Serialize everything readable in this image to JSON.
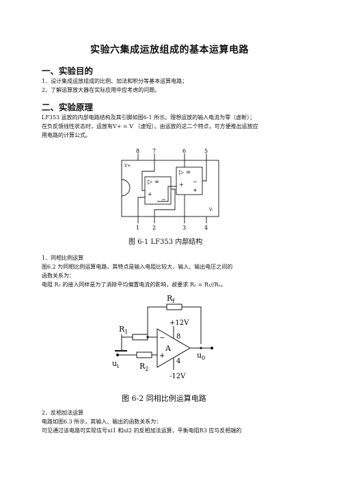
{
  "title": "实验六集成运放组成的基本运算电路",
  "section1": {
    "heading": "一、实验目的",
    "items": [
      "1、设计集成运放组成的比例、加法和积分等基本运算电路；",
      "2、了解运算放大器在实际应用中应考虑的问题。"
    ]
  },
  "section2": {
    "heading": "二、实验原理",
    "para_lines": [
      "LF353 运放的内部电路结构及其引脚如图6-1 所示。理想运放的输入电流为零（虚断）；",
      "在负反馈线性状态时，运放有V+ = V  （虚短）。由运放的这二个特点，可方便推出运放应",
      "用电路的计算公式。"
    ]
  },
  "fig1": {
    "caption": "图 6-1   LF353 内部结构",
    "top_pins": [
      "8",
      "7",
      "6",
      "5"
    ],
    "bottom_pins": [
      "1",
      "2",
      "3",
      "4"
    ],
    "vplus": "V+",
    "vminus": "V-",
    "amp_symbol": "▷ ∞",
    "plus": "+",
    "minus": "−"
  },
  "sub1": {
    "lines": [
      "1．同相比例运算",
      "图6.2 为同相比例运算电路，其特点是输入电阻比较大，输入、输出电压之间的",
      "函数关系为：",
      "电阻 R₂ 的接入同样是为了消除平均偏置电流的影响，故要求 R₂ = R₁//Rₓ。"
    ]
  },
  "fig2": {
    "caption": "图 6-2   同相比例运算电路",
    "rf": "R",
    "rf_sub": "f",
    "r1": "R",
    "r1_sub": "1",
    "r2": "R",
    "r2_sub": "2",
    "ui": "u",
    "ui_sub": "i",
    "uo": "u",
    "uo_sub": "0",
    "vpos": "+12V",
    "vneg": "-12V",
    "pin_top": "8",
    "pin_bottom": "4",
    "amp": "A",
    "minus": "−",
    "plus": "+"
  },
  "sub2": {
    "lines": [
      "2．反相加法运算",
      "电路如图6.3 所示，其输入、输出的函数关系为：",
      "可见通过该电路可实现信号ui1 和ui2 的反相加法运算，平衡电阻R3 应与反相端的"
    ]
  }
}
